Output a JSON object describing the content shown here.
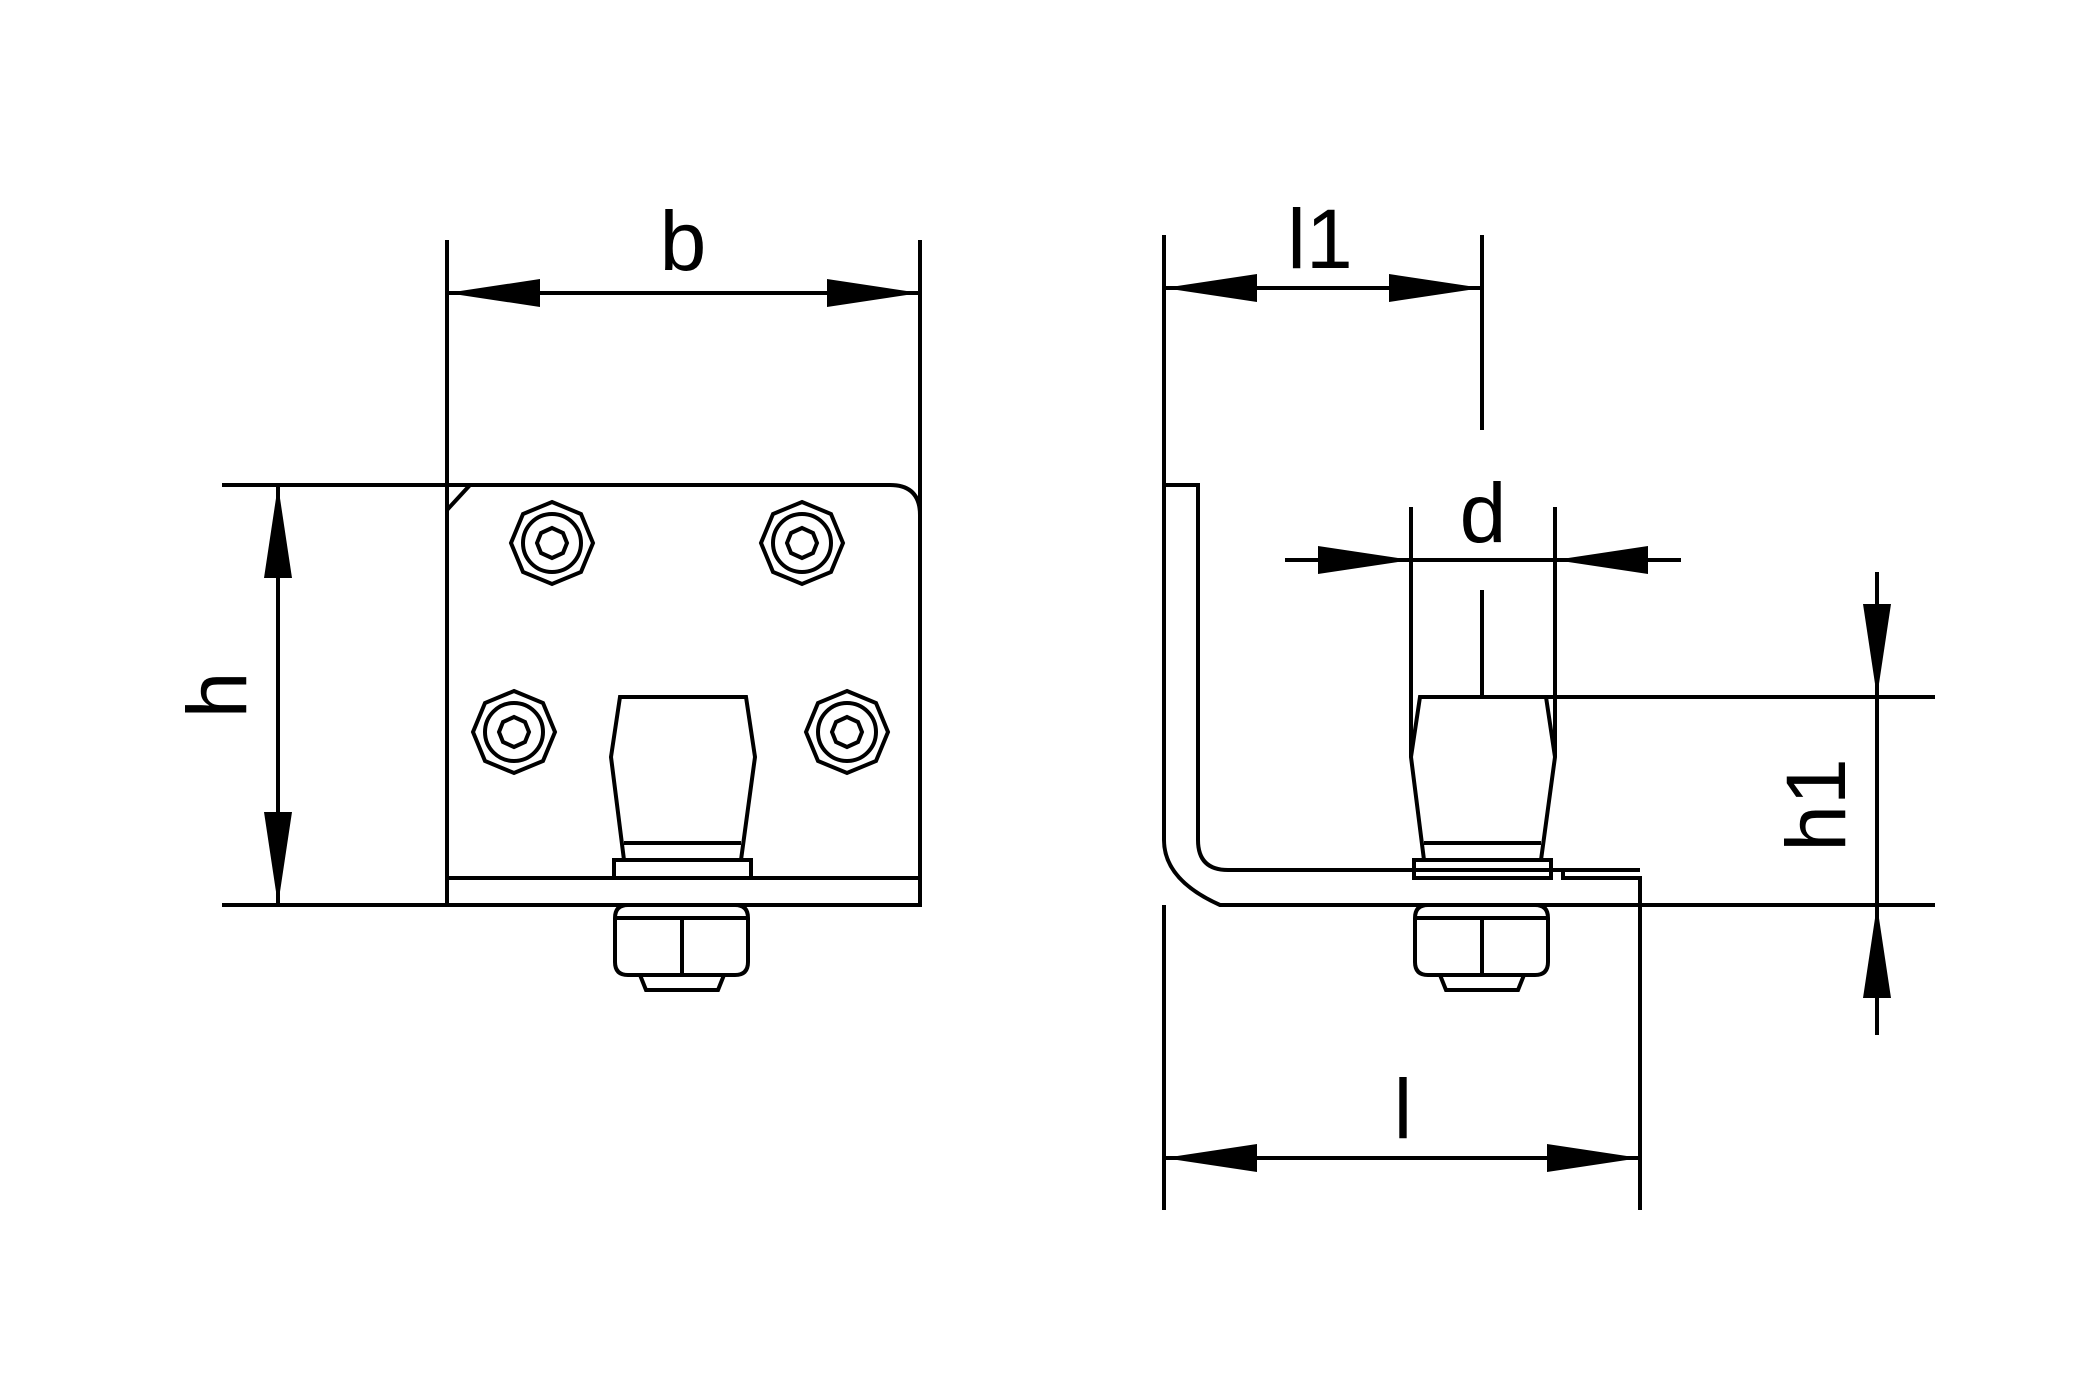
{
  "labels": {
    "b": "b",
    "h": "h",
    "l1": "l1",
    "d": "d",
    "h1": "h1",
    "l": "l"
  },
  "colors": {
    "line": "#000000",
    "background": "#ffffff"
  }
}
